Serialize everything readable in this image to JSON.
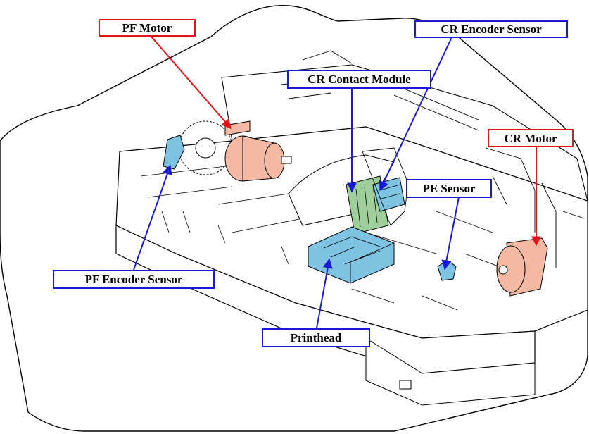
{
  "colors": {
    "line": "#000000",
    "blue_accent": "#1a1ad6",
    "red_accent": "#e0121a",
    "motor_fill": "#f3b9a3",
    "sensor_fill": "#7fc3e3",
    "module_fill": "#9fcf9a"
  },
  "callouts": {
    "pf_motor": "PF Motor",
    "cr_encoder_sensor": "CR Encoder Sensor",
    "cr_contact_module": "CR Contact Module",
    "cr_motor": "CR Motor",
    "pe_sensor": "PE Sensor",
    "pf_encoder_sensor": "PF Encoder Sensor",
    "printhead": "Printhead"
  }
}
